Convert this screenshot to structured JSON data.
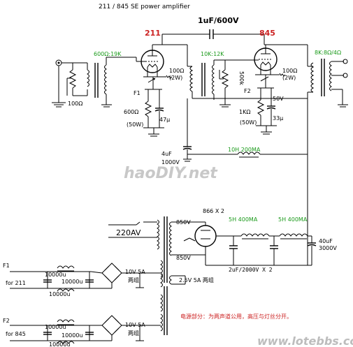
{
  "title": "211 / 845 SE power amplifier",
  "coupling_cap": "1uF/600V",
  "tubes": {
    "left": "211",
    "right": "845",
    "rectifier": "866 X 2"
  },
  "output_transformers": {
    "input": "600Ω:19K",
    "interstage": "10K:12K",
    "output": "8K:8Ω/4Ω"
  },
  "left_stage": {
    "input_res": "100Ω",
    "grid_res": "100Ω\n(2W)",
    "fuse": "F1",
    "cathode_res": "600Ω",
    "cathode_res_power": "(50W)",
    "cathode_cap": "47μ"
  },
  "right_stage": {
    "pot": "500k",
    "grid_res": "100Ω\n(2W)",
    "fuse": "F2",
    "bias_res": "1KΩ",
    "cathode_res_power": "(50W)",
    "cathode_cap_v": "50V",
    "cathode_cap": "33μ"
  },
  "decoupling": {
    "cap": "4uF",
    "cap_v": "1000V",
    "choke": "10H 200MA"
  },
  "watermark": "haoDIY.net",
  "power_supply": {
    "mains": "220AV",
    "hv_taps": [
      "850V",
      "850V"
    ],
    "choke1": "5H 400MA",
    "choke2": "5H 400MA",
    "filter_caps": "2uF/2000V X 2",
    "out_cap": "40uF",
    "out_cap_v": "3000V",
    "fil_winding": "2.5V 5A 两组",
    "f1": "F1",
    "f2": "F2",
    "for211": "for 211",
    "for845": "for 845",
    "heater1": "10V 5A",
    "heater1b": "两组",
    "heater2": "10V 5A",
    "heater2b": "两组",
    "cap1": "10000u",
    "cap2": "10000u",
    "cap3": "10000u",
    "cap4": "10000u",
    "cap5": "10000u",
    "cap6": "10000u"
  },
  "note": "电源部分：为两声道公用，高压与灯丝分开。",
  "footer": "www.lotebbs.com"
}
